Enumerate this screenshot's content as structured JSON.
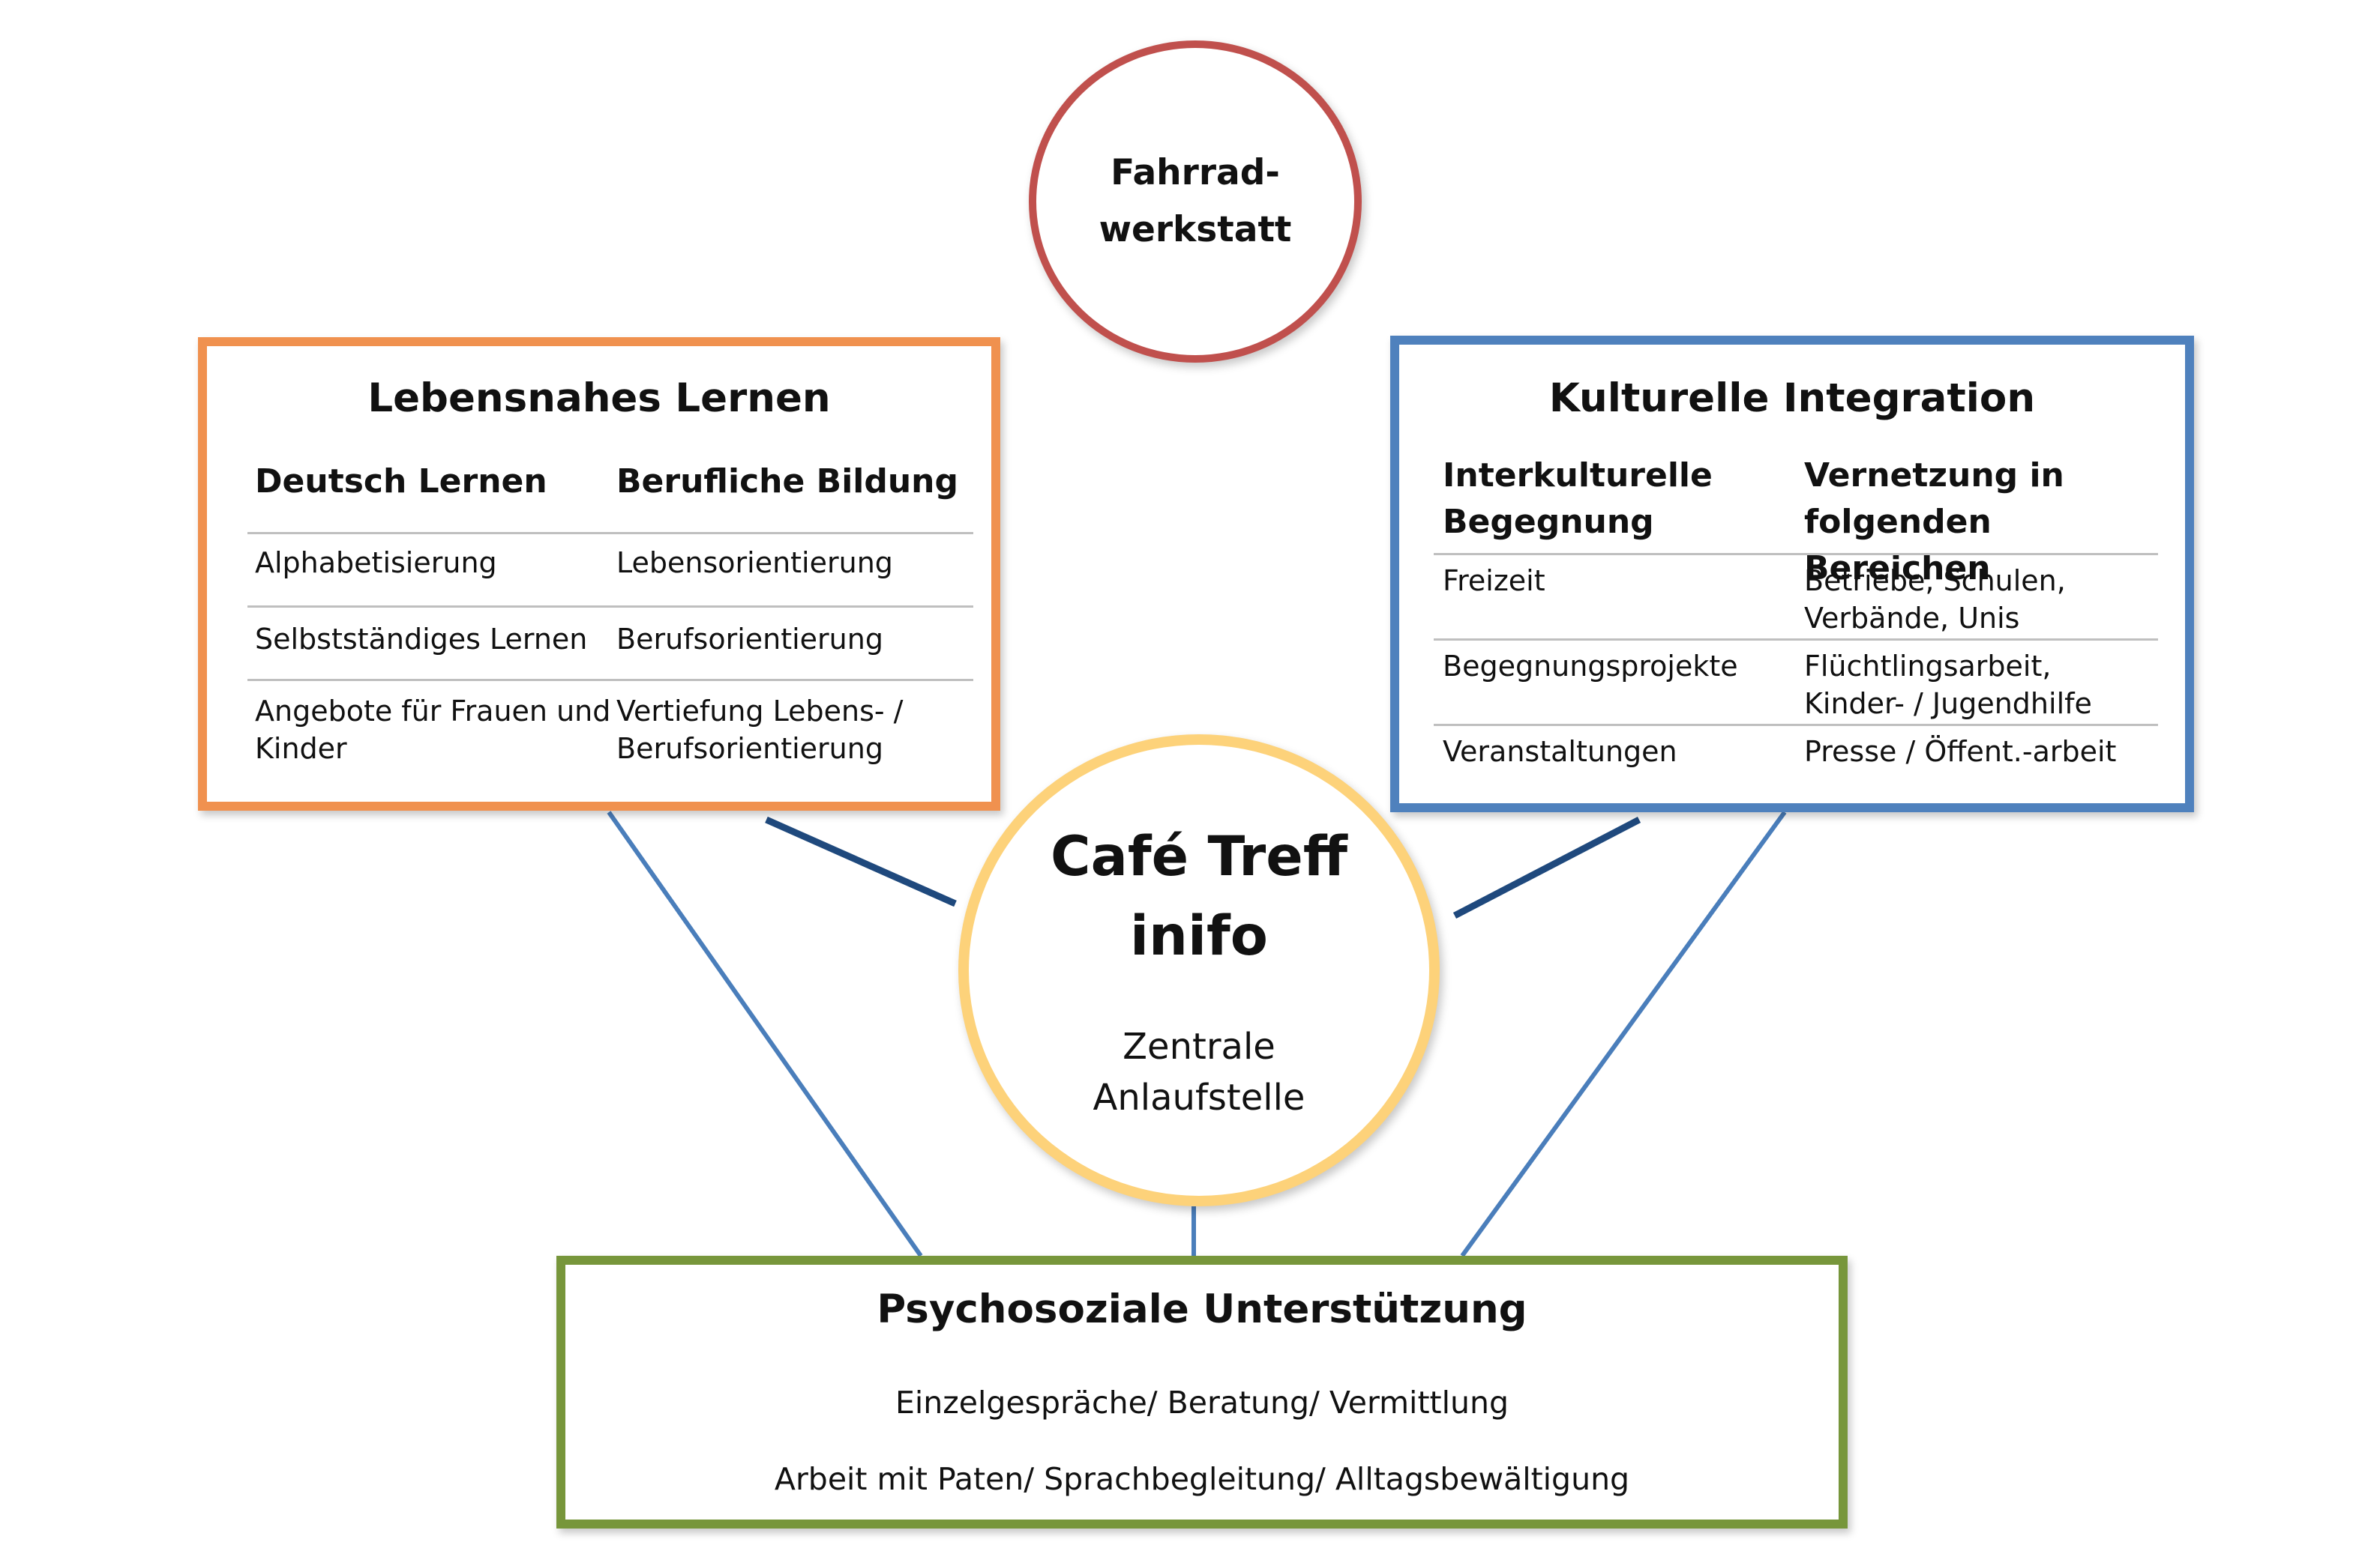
{
  "colors": {
    "fahrrad_border": "#c0504d",
    "lernen_border": "#f0914f",
    "kultur_border": "#4f81bd",
    "psycho_border": "#77963b",
    "cafe_border": "#fdd27a",
    "connector_dark": "#1f497d",
    "connector_light": "#4a7ebb"
  },
  "fahrrad": {
    "line1": "Fahrrad-",
    "line2": "werkstatt"
  },
  "cafe": {
    "title1": "Café Treff",
    "title2": "inifo",
    "sub1": "Zentrale",
    "sub2": "Anlaufstelle"
  },
  "lernen": {
    "title": "Lebensnahes Lernen",
    "headers": [
      "Deutsch  Lernen",
      "Berufliche Bildung"
    ],
    "rows": [
      [
        "Alphabetisierung",
        "Lebensorientierung"
      ],
      [
        "Selbstständiges Lernen",
        "Berufsorientierung"
      ],
      [
        "Angebote für Frauen und\nKinder",
        "Vertiefung Lebens- /\nBerufsorientierung"
      ]
    ]
  },
  "kultur": {
    "title": "Kulturelle Integration",
    "headers": [
      "Interkulturelle\nBegegnung",
      "Vernetzung in\nfolgenden Bereichen"
    ],
    "rows": [
      [
        "Freizeit",
        "Betriebe, Schulen,\nVerbände, Unis"
      ],
      [
        "Begegnungsprojekte",
        "Flüchtlingsarbeit,\nKinder- / Jugendhilfe"
      ],
      [
        "Veranstaltungen",
        "Presse / Öffent.-arbeit"
      ]
    ]
  },
  "psycho": {
    "title": "Psychosoziale Unterstützung",
    "line1": "Einzelgespräche/ Beratung/ Vermittlung",
    "line2": "Arbeit mit Paten/ Sprachbegleitung/ Alltagsbewältigung"
  }
}
